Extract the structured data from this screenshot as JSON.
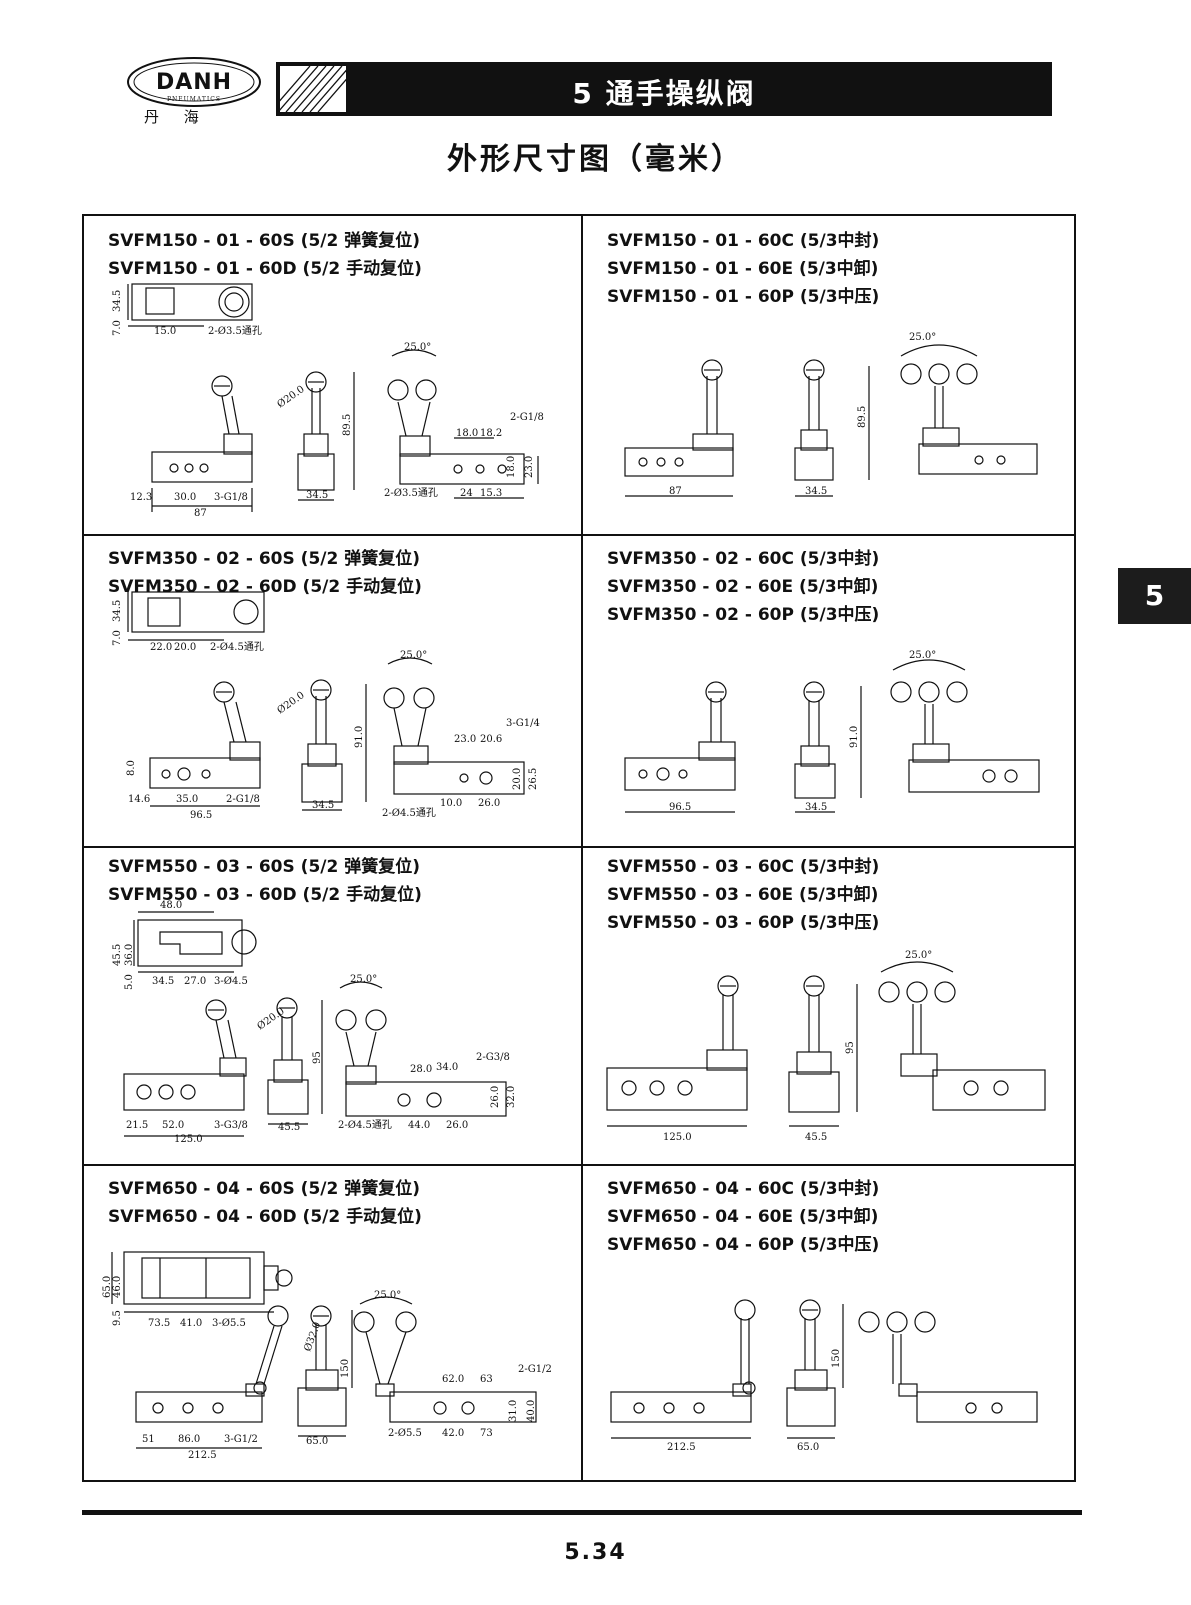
{
  "header": {
    "logo_text": "DANH",
    "logo_subtext": "PNEUMATICS",
    "brand_cn": "丹 海",
    "chapter_title": "5  通手操纵阀",
    "page_heading": "外形尺寸图（毫米）",
    "side_tab": "5"
  },
  "cells": [
    {
      "models": [
        "SVFM150 - 01 - 60S (5/2  弹簧复位)",
        "SVFM150 - 01 - 60D (5/2  手动复位)"
      ],
      "dims": {
        "top_h": "34.5",
        "top_h2": "7.0",
        "top_w": "15.0",
        "top_hole": "2-Ø3.5通孔",
        "front_a": "12.3",
        "front_b": "30.0",
        "front_port": "3-G1/8",
        "front_len": "87",
        "knob_dia": "Ø20.0",
        "side_h": "89.5",
        "side_w": "34.5",
        "angle": "25.0°",
        "port2": "2-G1/8",
        "r_a": "18.0",
        "r_b": "18.2",
        "r_c": "18.0",
        "r_d": "23.0",
        "r_hole": "2-Ø3.5通孔",
        "r_e": "24",
        "r_f": "15.3"
      }
    },
    {
      "models": [
        "SVFM150 - 01 - 60C (5/3中封)",
        "SVFM150 - 01 - 60E (5/3中卸)",
        "SVFM150 - 01 - 60P (5/3中压)"
      ],
      "dims": {
        "angle": "25.0°",
        "side_h": "89.5",
        "front_len": "87",
        "side_w": "34.5"
      }
    },
    {
      "models": [
        "SVFM350 - 02 - 60S (5/2  弹簧复位)",
        "SVFM350 - 02 - 60D (5/2  手动复位)"
      ],
      "dims": {
        "top_h": "34.5",
        "top_h2": "7.0",
        "top_w": "22.0",
        "top_w2": "20.0",
        "top_hole": "2-Ø4.5通孔",
        "front_h": "8.0",
        "front_a": "14.6",
        "front_b": "35.0",
        "front_port": "2-G1/8",
        "front_len": "96.5",
        "knob_dia": "Ø20.0",
        "side_h": "91.0",
        "side_w": "34.5",
        "angle": "25.0°",
        "port2": "3-G1/4",
        "r_a": "23.0",
        "r_b": "20.6",
        "r_c": "20.0",
        "r_d": "26.5",
        "r_hole": "2-Ø4.5通孔",
        "r_e": "10.0",
        "r_f": "26.0"
      }
    },
    {
      "models": [
        "SVFM350 - 02 - 60C (5/3中封)",
        "SVFM350 - 02 - 60E (5/3中卸)",
        "SVFM350 - 02 - 60P (5/3中压)"
      ],
      "dims": {
        "angle": "25.0°",
        "side_h": "91.0",
        "front_len": "96.5",
        "side_w": "34.5"
      }
    },
    {
      "models": [
        "SVFM550 - 03 - 60S (5/2  弹簧复位)",
        "SVFM550 - 03 - 60D (5/2  手动复位)"
      ],
      "dims": {
        "top_len": "48.0",
        "top_h": "45.5",
        "top_h1": "36.0",
        "top_h2": "5.0",
        "top_w": "34.5",
        "top_w2": "27.0",
        "top_hole": "3-Ø4.5",
        "front_a": "21.5",
        "front_b": "52.0",
        "front_port": "3-G3/8",
        "front_len": "125.0",
        "knob_dia": "Ø20.0",
        "side_h": "95",
        "side_w": "45.5",
        "angle": "25.0°",
        "port2": "2-G3/8",
        "r_a": "28.0",
        "r_b": "34.0",
        "r_c": "26.0",
        "r_d": "32.0",
        "r_hole": "2-Ø4.5通孔",
        "r_e": "44.0",
        "r_f": "26.0"
      }
    },
    {
      "models": [
        "SVFM550 - 03 - 60C (5/3中封)",
        "SVFM550 - 03 - 60E (5/3中卸)",
        "SVFM550 - 03 - 60P (5/3中压)"
      ],
      "dims": {
        "angle": "25.0°",
        "side_h": "95",
        "front_len": "125.0",
        "side_w": "45.5"
      }
    },
    {
      "models": [
        "SVFM650 - 04 - 60S (5/2  弹簧复位)",
        "SVFM650 - 04 - 60D (5/2  手动复位)"
      ],
      "dims": {
        "top_h": "65.0",
        "top_h1": "46.0",
        "top_h2": "9.5",
        "top_w": "73.5",
        "top_w2": "41.0",
        "top_hole": "3-Ø5.5",
        "front_a": "51",
        "front_b": "86.0",
        "front_port": "3-G1/2",
        "front_len": "212.5",
        "knob_dia": "Ø32.0",
        "side_h": "150",
        "side_w": "65.0",
        "angle": "25.0°",
        "port2": "2-G1/2",
        "r_a": "62.0",
        "r_b": "63",
        "r_c": "31.0",
        "r_d": "40.0",
        "r_hole": "2-Ø5.5",
        "r_e": "42.0",
        "r_f": "73"
      }
    },
    {
      "models": [
        "SVFM650 - 04 - 60C (5/3中封)",
        "SVFM650 - 04 - 60E (5/3中卸)",
        "SVFM650 - 04 - 60P (5/3中压)"
      ],
      "dims": {
        "angle": "25.0°",
        "side_h": "150",
        "front_len": "212.5",
        "side_w": "65.0"
      }
    }
  ],
  "footer": {
    "page_number": "5.34"
  }
}
